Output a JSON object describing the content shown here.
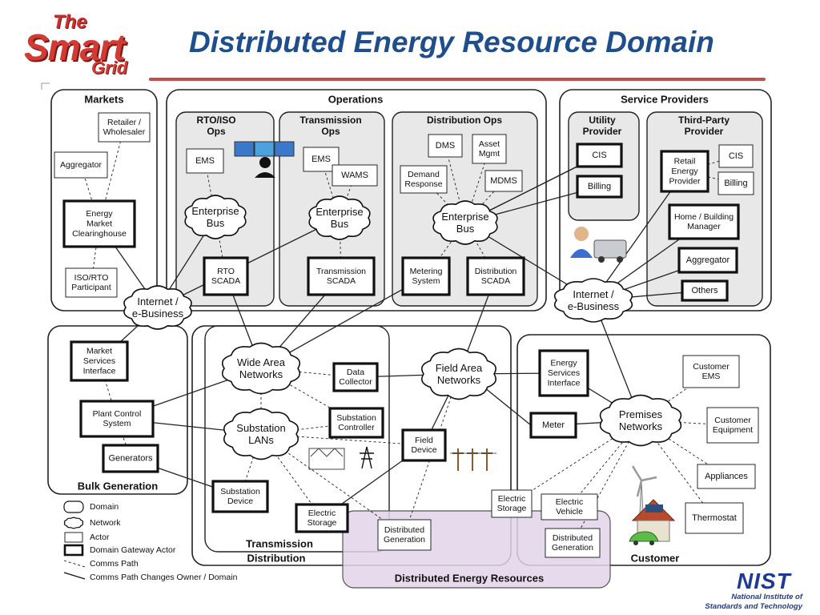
{
  "title": "Distributed Energy Resource Domain",
  "logo": {
    "line1": "The",
    "line2": "Smart",
    "line3": "Grid"
  },
  "nist": {
    "mark": "NIST",
    "line1": "National Institute of",
    "line2": "Standards and Technology"
  },
  "domains": {
    "markets": "Markets",
    "operations": "Operations",
    "service_providers": "Service Providers",
    "bulk_generation": "Bulk Generation",
    "transmission": "Transmission",
    "distribution": "Distribution",
    "customer": "Customer",
    "der": "Distributed Energy Resources"
  },
  "subdomains": {
    "rto_iso_ops": [
      "RTO/ISO",
      "Ops"
    ],
    "transmission_ops": [
      "Transmission",
      "Ops"
    ],
    "distribution_ops": "Distribution Ops",
    "utility_provider": [
      "Utility",
      "Provider"
    ],
    "third_party_provider": [
      "Third-Party",
      "Provider"
    ]
  },
  "actors": {
    "retailer_wholesaler": [
      "Retailer /",
      "Wholesaler"
    ],
    "aggregator_markets": "Aggregator",
    "energy_market_clearinghouse": [
      "Energy",
      "Market",
      "Clearinghouse"
    ],
    "iso_rto_participant": [
      "ISO/RTO",
      "Participant"
    ],
    "ems_rto": "EMS",
    "rto_scada": [
      "RTO",
      "SCADA"
    ],
    "ems_transmission": "EMS",
    "wams": "WAMS",
    "transmission_scada": [
      "Transmission",
      "SCADA"
    ],
    "dms": "DMS",
    "asset_mgmt": [
      "Asset",
      "Mgmt"
    ],
    "demand_response": [
      "Demand",
      "Response"
    ],
    "mdms": "MDMS",
    "metering_system": [
      "Metering",
      "System"
    ],
    "distribution_scada": [
      "Distribution",
      "SCADA"
    ],
    "cis_utility": "CIS",
    "billing_utility": "Billing",
    "retail_energy_provider": [
      "Retail",
      "Energy",
      "Provider"
    ],
    "cis_third_party": "CIS",
    "billing_third_party": "Billing",
    "home_building_manager": [
      "Home / Building",
      "Manager"
    ],
    "aggregator_service": "Aggregator",
    "others": "Others",
    "market_services_interface": [
      "Market",
      "Services",
      "Interface"
    ],
    "plant_control_system": [
      "Plant Control",
      "System"
    ],
    "generators": "Generators",
    "data_collector": [
      "Data",
      "Collector"
    ],
    "substation_controller": [
      "Substation",
      "Controller"
    ],
    "field_device": [
      "Field",
      "Device"
    ],
    "substation_device": [
      "Substation",
      "Device"
    ],
    "electric_storage_distribution": [
      "Electric",
      "Storage"
    ],
    "distributed_generation_distribution": [
      "Distributed",
      "Generation"
    ],
    "energy_services_interface": [
      "Energy",
      "Services",
      "Interface"
    ],
    "meter": "Meter",
    "customer_ems": [
      "Customer",
      "EMS"
    ],
    "customer_equipment": [
      "Customer",
      "Equipment"
    ],
    "appliances": "Appliances",
    "thermostat": "Thermostat",
    "electric_storage_customer": [
      "Electric",
      "Storage"
    ],
    "electric_vehicle": [
      "Electric",
      "Vehicle"
    ],
    "distributed_generation_customer": [
      "Distributed",
      "Generation"
    ]
  },
  "networks": {
    "enterprise_bus_rto": [
      "Enterprise",
      "Bus"
    ],
    "enterprise_bus_transmission": [
      "Enterprise",
      "Bus"
    ],
    "enterprise_bus_distribution": [
      "Enterprise",
      "Bus"
    ],
    "internet_left": [
      "Internet /",
      "e-Business"
    ],
    "internet_right": [
      "Internet /",
      "e-Business"
    ],
    "wide_area_networks": [
      "Wide Area",
      "Networks"
    ],
    "substation_lans": [
      "Substation",
      "LANs"
    ],
    "field_area_networks": [
      "Field Area",
      "Networks"
    ],
    "premises_networks": [
      "Premises",
      "Networks"
    ]
  },
  "legend": {
    "domain": "Domain",
    "network": "Network",
    "actor": "Actor",
    "gateway": "Domain Gateway Actor",
    "comms": "Comms Path",
    "comms_owner": "Comms Path Changes Owner / Domain"
  },
  "colors": {
    "title": "#1f4e8c",
    "accent_rule": "#c0504d",
    "der_fill": "#e4d3ea",
    "ops_fill": "#e8e8e8"
  }
}
